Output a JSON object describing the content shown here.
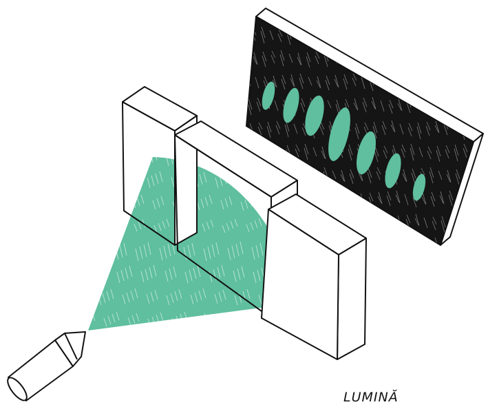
{
  "caption": "LUMINĂ",
  "colors": {
    "light": "#5fbf9e",
    "screen": "#151515",
    "ink": "#111111",
    "paper": "#ffffff"
  },
  "icons": [
    "light-source-icon",
    "light-beam",
    "barrier-block",
    "detection-screen",
    "interference-fringe"
  ]
}
